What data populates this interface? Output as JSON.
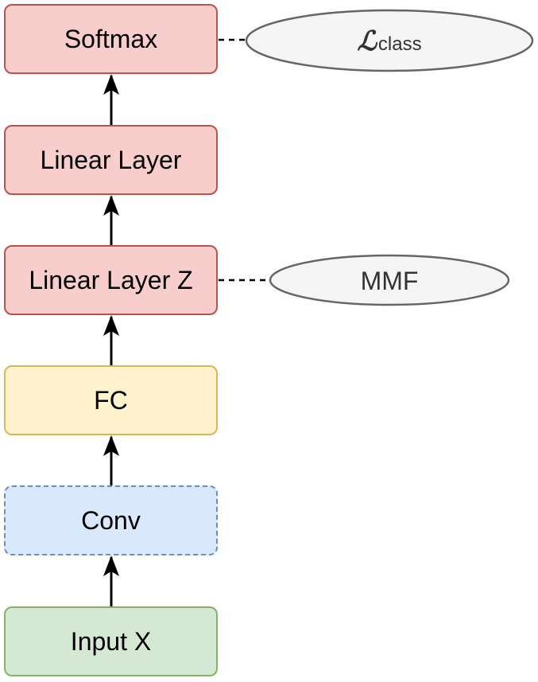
{
  "blocks": {
    "softmax": "Softmax",
    "linear_layer": "Linear Layer",
    "linear_layer_z": "Linear Layer Z",
    "fc": "FC",
    "conv": "Conv",
    "input": "Input X"
  },
  "losses": {
    "class_symbol": "ℒ",
    "class_subscript": "class",
    "mmf": "MMF"
  },
  "colors": {
    "red_fill": "#f8cecc",
    "red_stroke": "#b85450",
    "yellow_fill": "#fff2cc",
    "yellow_stroke": "#d6b656",
    "blue_fill": "#dae8fc",
    "blue_stroke": "#6c8ebf",
    "green_fill": "#d5e8d4",
    "green_stroke": "#82b366",
    "ellipse_fill": "#f5f5f5",
    "ellipse_stroke": "#666666"
  }
}
